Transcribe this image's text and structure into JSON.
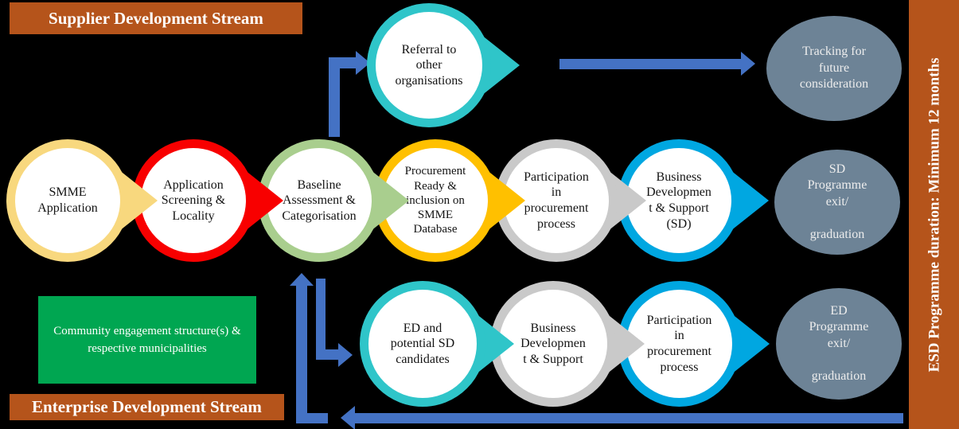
{
  "colors": {
    "arrow": "#4472C4",
    "stream_header_bg": "#B5541B",
    "sidebar_bg": "#B5541B",
    "community_bg": "#00A651",
    "exit_fill": "#6D8396"
  },
  "headers": {
    "supplier": "Supplier Development Stream",
    "enterprise": "Enterprise Development Stream",
    "sidebar": "ESD Programme duration: Minimum 12 months"
  },
  "community_box": {
    "label": "Community engagement structure(s) &\nrespective municipalities"
  },
  "flow": {
    "referral": {
      "label": "Referral to\nother\norganisations",
      "ring": "#2FC5C9"
    },
    "main": [
      {
        "label": "SMME\nApplication",
        "ring": "#F8D87E"
      },
      {
        "label": "Application\nScreening &\nLocality",
        "ring": "#F80000"
      },
      {
        "label": "Baseline\nAssessment &\nCategorisation",
        "ring": "#A9CE8E"
      },
      {
        "label": "Procurement\nReady &\ninclusion on\nSMME\nDatabase",
        "ring": "#FFC000"
      },
      {
        "label": "Participation\nin\nprocurement\nprocess",
        "ring": "#C9C9C9"
      },
      {
        "label": "Business\nDevelopmen\nt & Support\n(SD)",
        "ring": "#00A7E1"
      }
    ],
    "ed": [
      {
        "label": "ED and\npotential SD\ncandidates",
        "ring": "#2FC5C9"
      },
      {
        "label": "Business\nDevelopmen\nt & Support",
        "ring": "#C9C9C9"
      },
      {
        "label": "Participation\nin\nprocurement\nprocess",
        "ring": "#00A7E1"
      }
    ],
    "exits": [
      {
        "label": "Tracking for\nfuture\nconsideration"
      },
      {
        "label": "SD\nProgramme\nexit/\n\ngraduation"
      },
      {
        "label": "ED\nProgramme\nexit/\n\ngraduation"
      }
    ]
  }
}
